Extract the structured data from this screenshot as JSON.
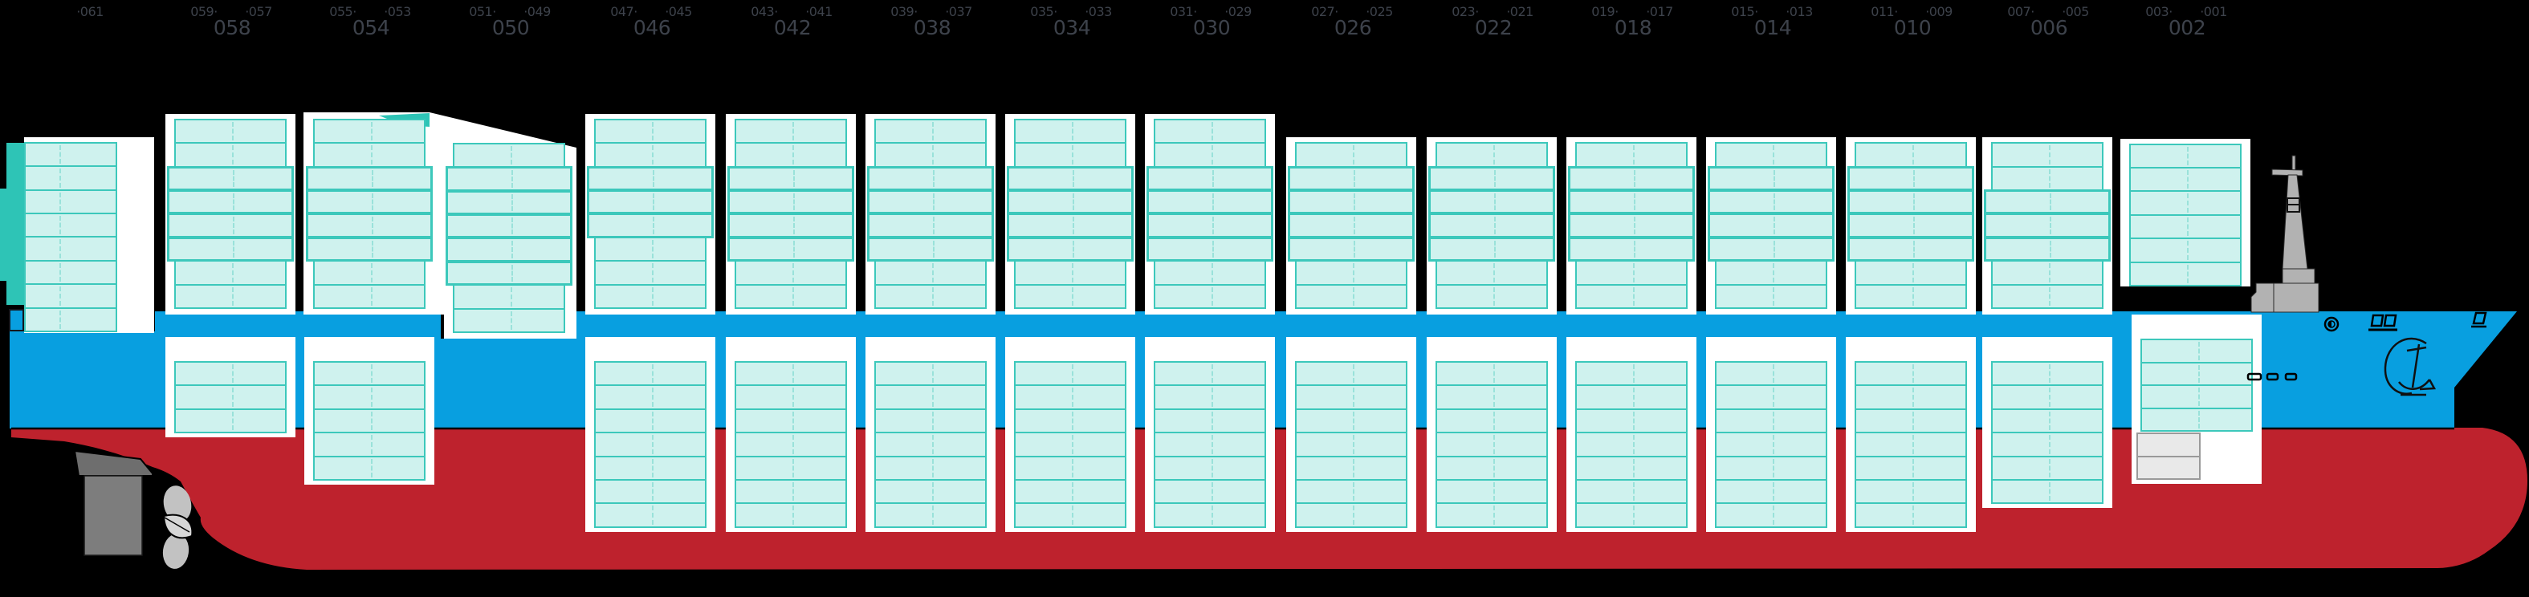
{
  "diagram_title": "container-vessel-stowage-profile",
  "colors": {
    "background": "#000000",
    "hull_blue": "#089fe0",
    "hull_red": "#be222d",
    "container_fill": "#cff2ee",
    "container_border": "#3cc8bb",
    "container_divider": "#9ae2da",
    "accent_teal": "#2ec4b6",
    "panel_white": "#ffffff",
    "label_text": "#3d424b",
    "gray_slot_fill": "#e9e9e9",
    "gray_slot_border": "#9a9a9a",
    "mast_gray": "#b2b2b2",
    "rudder_gray_dark": "#6e6e6e",
    "rudder_gray": "#7d7d7d",
    "propeller_gray": "#c2c2c2"
  },
  "bays": [
    {
      "id": "061",
      "label_left": null,
      "label_big": null,
      "label_right": "·061",
      "tiers_above": [
        "n",
        "n",
        "n",
        "n",
        "n",
        "n",
        "n",
        "n"
      ],
      "rows_below": 0,
      "gray_rows_below": 0
    },
    {
      "id": "058",
      "label_left": "059·",
      "label_big": "058",
      "label_right": "·057",
      "tiers_above": [
        "n",
        "n",
        "w",
        "w",
        "w",
        "w",
        "n",
        "n"
      ],
      "rows_below": 3,
      "gray_rows_below": 0
    },
    {
      "id": "054",
      "label_left": "055·",
      "label_big": "054",
      "label_right": "·053",
      "tiers_above": [
        "n",
        "n",
        "w",
        "w",
        "w",
        "w",
        "n",
        "n"
      ],
      "rows_below": 5,
      "gray_rows_below": 0
    },
    {
      "id": "050",
      "label_left": "051·",
      "label_big": "050",
      "label_right": "·049",
      "tiers_above": [
        "n",
        "w",
        "w",
        "w",
        "w",
        "w",
        "n",
        "n"
      ],
      "rows_below": 0,
      "gray_rows_below": 0
    },
    {
      "id": "046",
      "label_left": "047·",
      "label_big": "046",
      "label_right": "·045",
      "tiers_above": [
        "n",
        "n",
        "w",
        "w",
        "w",
        "n",
        "n",
        "n"
      ],
      "rows_below": 7,
      "gray_rows_below": 0
    },
    {
      "id": "042",
      "label_left": "043·",
      "label_big": "042",
      "label_right": "·041",
      "tiers_above": [
        "n",
        "n",
        "w",
        "w",
        "w",
        "w",
        "n",
        "n"
      ],
      "rows_below": 7,
      "gray_rows_below": 0
    },
    {
      "id": "038",
      "label_left": "039·",
      "label_big": "038",
      "label_right": "·037",
      "tiers_above": [
        "n",
        "n",
        "w",
        "w",
        "w",
        "w",
        "n",
        "n"
      ],
      "rows_below": 7,
      "gray_rows_below": 0
    },
    {
      "id": "034",
      "label_left": "035·",
      "label_big": "034",
      "label_right": "·033",
      "tiers_above": [
        "n",
        "n",
        "w",
        "w",
        "w",
        "w",
        "n",
        "n"
      ],
      "rows_below": 7,
      "gray_rows_below": 0
    },
    {
      "id": "030",
      "label_left": "031·",
      "label_big": "030",
      "label_right": "·029",
      "tiers_above": [
        "n",
        "n",
        "w",
        "w",
        "w",
        "w",
        "n",
        "n"
      ],
      "rows_below": 7,
      "gray_rows_below": 0
    },
    {
      "id": "026",
      "label_left": "027·",
      "label_big": "026",
      "label_right": "·025",
      "tiers_above": [
        "n",
        "w",
        "w",
        "w",
        "w",
        "n",
        "n"
      ],
      "rows_below": 7,
      "gray_rows_below": 0
    },
    {
      "id": "022",
      "label_left": "023·",
      "label_big": "022",
      "label_right": "·021",
      "tiers_above": [
        "n",
        "w",
        "w",
        "w",
        "w",
        "n",
        "n"
      ],
      "rows_below": 7,
      "gray_rows_below": 0
    },
    {
      "id": "018",
      "label_left": "019·",
      "label_big": "018",
      "label_right": "·017",
      "tiers_above": [
        "n",
        "w",
        "w",
        "w",
        "w",
        "n",
        "n"
      ],
      "rows_below": 7,
      "gray_rows_below": 0
    },
    {
      "id": "014",
      "label_left": "015·",
      "label_big": "014",
      "label_right": "·013",
      "tiers_above": [
        "n",
        "w",
        "w",
        "w",
        "w",
        "n",
        "n"
      ],
      "rows_below": 7,
      "gray_rows_below": 0
    },
    {
      "id": "010",
      "label_left": "011·",
      "label_big": "010",
      "label_right": "·009",
      "tiers_above": [
        "n",
        "w",
        "w",
        "w",
        "w",
        "n",
        "n"
      ],
      "rows_below": 7,
      "gray_rows_below": 0
    },
    {
      "id": "006",
      "label_left": "007·",
      "label_big": "006",
      "label_right": "·005",
      "tiers_above": [
        "n",
        "n",
        "w",
        "w",
        "w",
        "n",
        "n"
      ],
      "rows_below": 6,
      "gray_rows_below": 0
    },
    {
      "id": "002",
      "label_left": "003·",
      "label_big": "002",
      "label_right": "·001",
      "tiers_above": [
        "n",
        "n",
        "n",
        "n",
        "n",
        "n"
      ],
      "rows_below": 4,
      "gray_rows_below": 2
    }
  ]
}
